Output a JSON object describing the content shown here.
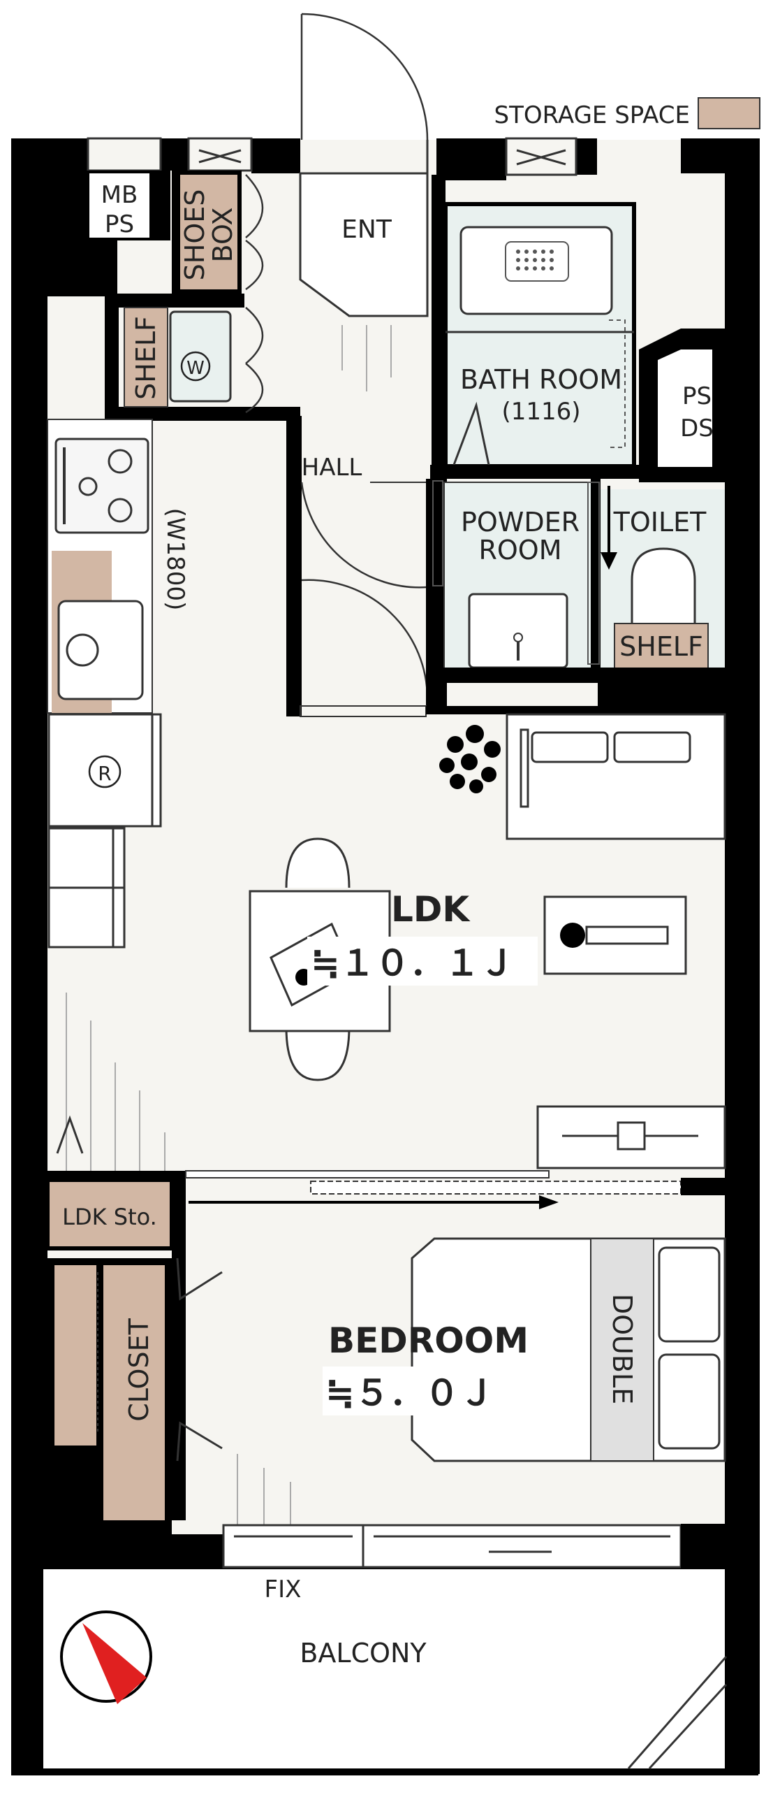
{
  "legend": {
    "label": "STORAGE SPACE",
    "color": "#d2b7a4"
  },
  "colors": {
    "wall": "#000000",
    "floor": "#f6f5f1",
    "fixture": "#e9f1ef",
    "storage": "#d2b7a4",
    "accent": "#e02020"
  },
  "rooms": {
    "mb_ps": [
      "MB",
      "PS"
    ],
    "shoes_box": [
      "SHOES",
      "BOX"
    ],
    "shelf_w": "SHELF",
    "washer_symbol": "W",
    "ent": "ENT",
    "bath": {
      "name": "BATH ROOM",
      "size": "(1116)"
    },
    "ps_ds": [
      "PS",
      "DS"
    ],
    "hall": "HALL",
    "powder": [
      "POWDER",
      "ROOM"
    ],
    "toilet": "TOILET",
    "shelf_toilet": "SHELF",
    "kitchen_width": "(W1800)",
    "fridge_symbol": "R",
    "ldk": {
      "name": "LDK",
      "area": "≒１０．１Ｊ"
    },
    "ldk_storage": "LDK Sto.",
    "closet": "CLOSET",
    "bedroom": {
      "name": "BEDROOM",
      "area": "≒５．０Ｊ"
    },
    "bed": "DOUBLE",
    "fix": "FIX",
    "balcony": "BALCONY"
  }
}
